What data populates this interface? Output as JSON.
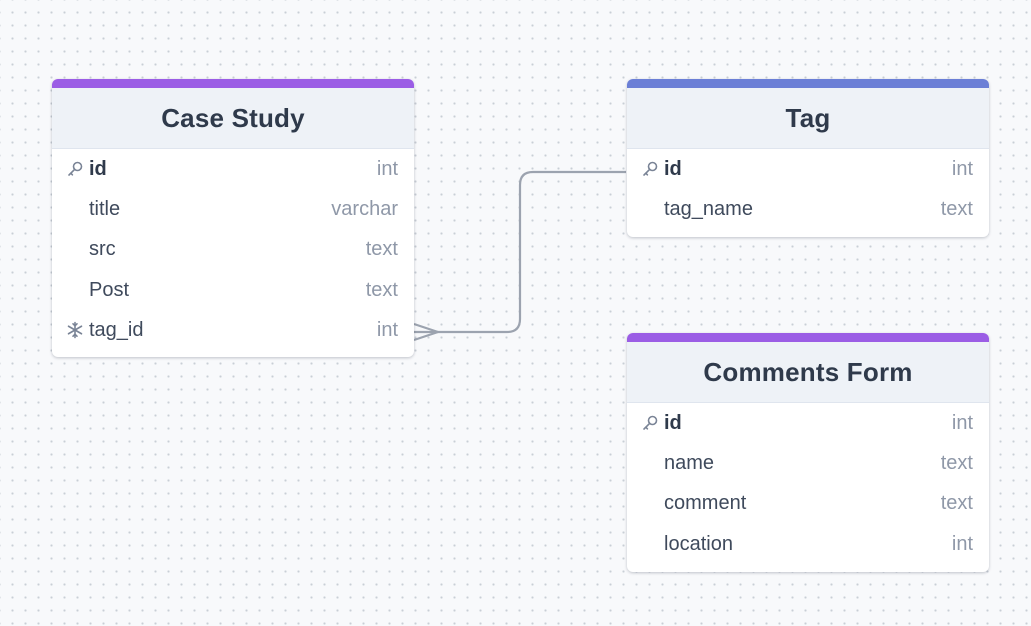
{
  "tables": [
    {
      "title": "Case Study",
      "accent": "#9b5de5",
      "fields": [
        {
          "name": "id",
          "type": "int",
          "icon": "key-icon",
          "primary": true
        },
        {
          "name": "title",
          "type": "varchar",
          "icon": "",
          "primary": false
        },
        {
          "name": "src",
          "type": "text",
          "icon": "",
          "primary": false
        },
        {
          "name": "Post",
          "type": "text",
          "icon": "",
          "primary": false
        },
        {
          "name": "tag_id",
          "type": "int",
          "icon": "snowflake-icon",
          "primary": false
        }
      ]
    },
    {
      "title": "Tag",
      "accent": "#6b7fd6",
      "fields": [
        {
          "name": "id",
          "type": "int",
          "icon": "key-icon",
          "primary": true
        },
        {
          "name": "tag_name",
          "type": "text",
          "icon": "",
          "primary": false
        }
      ]
    },
    {
      "title": "Comments Form",
      "accent": "#9b5de5",
      "fields": [
        {
          "name": "id",
          "type": "int",
          "icon": "key-icon",
          "primary": true
        },
        {
          "name": "name",
          "type": "text",
          "icon": "",
          "primary": false
        },
        {
          "name": "comment",
          "type": "text",
          "icon": "",
          "primary": false
        },
        {
          "name": "location",
          "type": "int",
          "icon": "",
          "primary": false
        }
      ]
    }
  ],
  "relations": [
    {
      "from": "Case Study.tag_id",
      "to": "Tag.id",
      "type": "many-to-one",
      "color": "#9ca3af"
    }
  ],
  "canvas": {
    "background": "#f8f9fb",
    "dot_color": "#c9ced6"
  }
}
